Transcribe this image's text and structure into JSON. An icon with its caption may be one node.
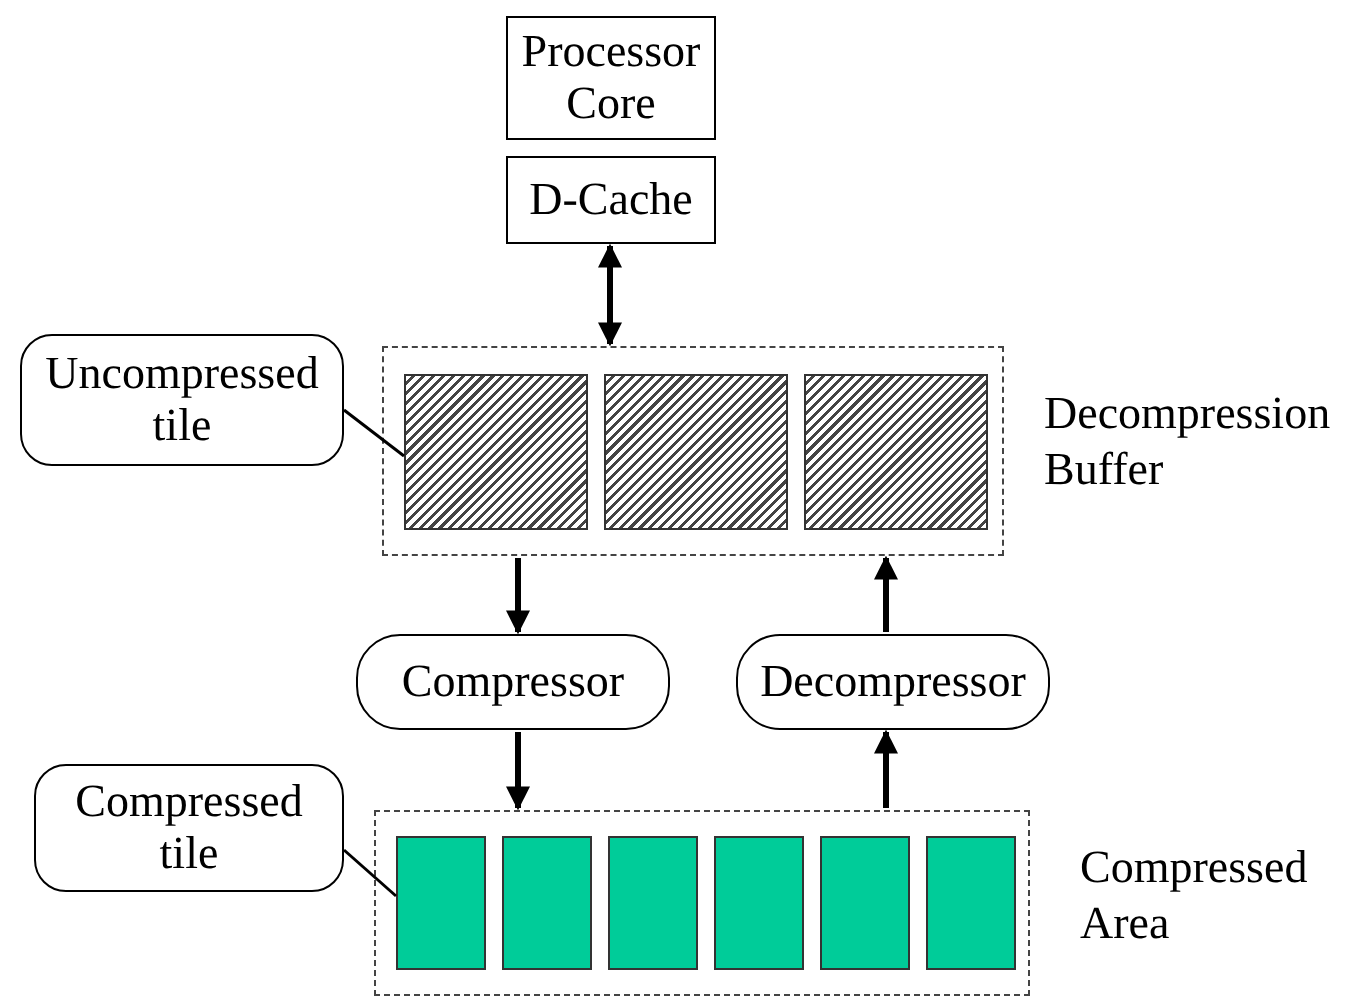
{
  "diagram": {
    "nodes": [
      {
        "text": [
          "Processor Core"
        ]
      },
      {
        "text": [
          "D-Cache"
        ]
      },
      {
        "text": [
          "Uncompressed tile"
        ]
      },
      {
        "text": [
          "Decompression Buffer"
        ]
      },
      {
        "text": [],
        "shape": "box",
        "in": 3
      },
      {
        "text": [],
        "shape": "box",
        "in": 3
      },
      {
        "text": [],
        "shape": "box",
        "in": 3
      },
      {
        "text": [
          "Compressor"
        ]
      },
      {
        "text": [
          "Decompressor"
        ]
      },
      {
        "text": [
          "Compressed tile"
        ]
      },
      {
        "text": [
          "Compressed Area"
        ]
      },
      {
        "text": [],
        "shape": "box",
        "in": 10
      },
      {
        "text": [],
        "shape": "box",
        "in": 10
      },
      {
        "text": [],
        "shape": "box",
        "in": 10
      },
      {
        "text": [],
        "shape": "box",
        "in": 10
      },
      {
        "text": [],
        "shape": "box",
        "in": 10
      },
      {
        "text": [],
        "shape": "box",
        "in": 10
      }
    ],
    "edges": [
      {
        "from": 1,
        "to": 3,
        "arrow": "both"
      },
      {
        "from": 3,
        "to": 7,
        "arrow": "to"
      },
      {
        "from": 7,
        "to": 10,
        "arrow": "to"
      },
      {
        "from": 10,
        "to": 8,
        "arrow": "to"
      },
      {
        "from": 8,
        "to": 3,
        "arrow": "to"
      },
      {
        "from": 2,
        "to": 4,
        "arrow": "none"
      },
      {
        "from": 9,
        "to": 11,
        "arrow": "none"
      }
    ]
  }
}
